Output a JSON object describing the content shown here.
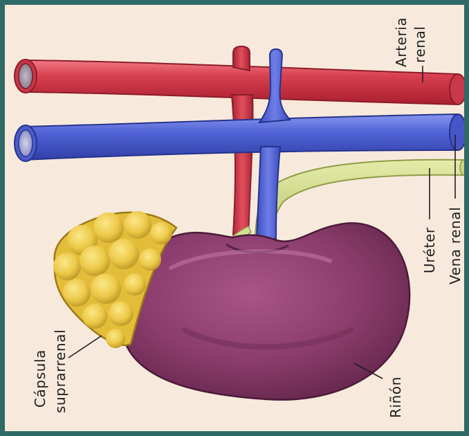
{
  "diagram": {
    "labels": {
      "arteria_line1": "Arteria",
      "arteria_line2": "renal",
      "vena_renal": "Vena renal",
      "ureter": "Uréter",
      "capsula_line1": "Cápsula",
      "capsula_line2": "suprarrenal",
      "rinon": "Riñón"
    },
    "colors": {
      "artery": "#d63b4a",
      "vein": "#4f62d3",
      "ureter": "#cbd789",
      "kidney": "#8b3d6b",
      "adrenal": "#e8c544",
      "background": "#f7eadc",
      "frame": "#2f6a66"
    }
  }
}
